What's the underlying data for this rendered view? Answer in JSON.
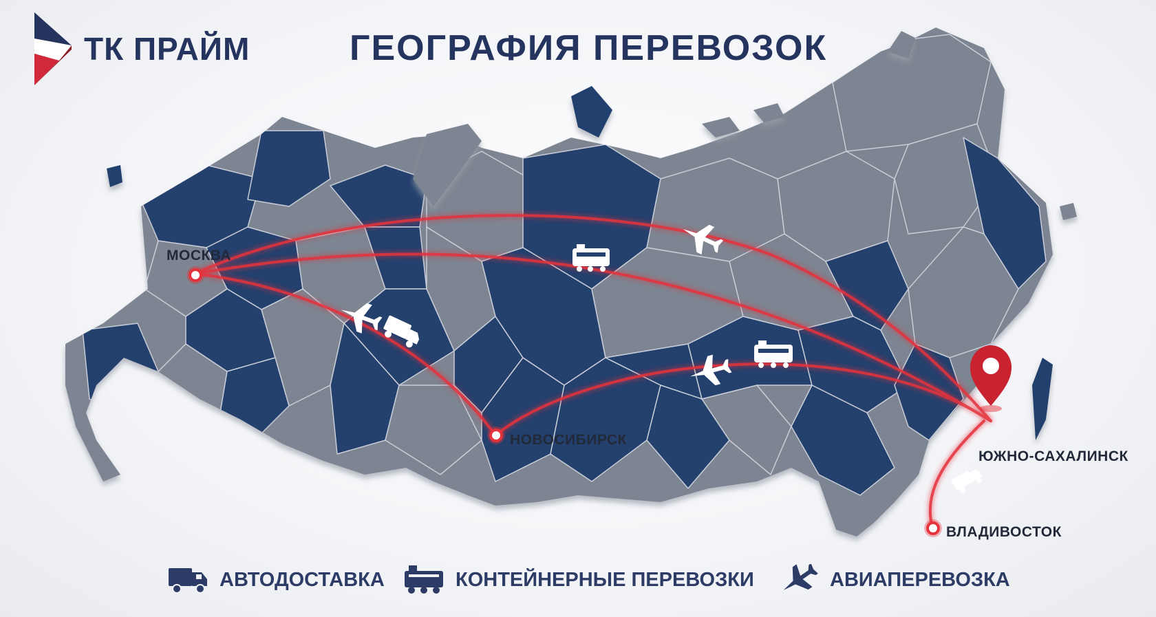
{
  "header": {
    "brand_name": "ТК ПРАЙМ",
    "title": "ГЕОГРАФИЯ ПЕРЕВОЗОК"
  },
  "cities": [
    {
      "id": "moscow",
      "label": "МОСКВА"
    },
    {
      "id": "novosibirsk",
      "label": "НОВОСИБИРСК"
    },
    {
      "id": "yuzhno",
      "label": "ЮЖНО-САХАЛИНСК"
    },
    {
      "id": "vladivostok",
      "label": "ВЛАДИВОСТОК"
    }
  ],
  "legend": [
    {
      "label": "АВТОДОСТАВКА",
      "icon": "truck-icon"
    },
    {
      "label": "КОНТЕЙНЕРНЫЕ ПЕРЕВОЗКИ",
      "icon": "container-train-icon"
    },
    {
      "label": "АВИАПЕРЕВОЗКА",
      "icon": "airplane-icon"
    }
  ],
  "colors": {
    "navy": "#24345f",
    "region_blue": "#24406d",
    "region_gray": "#7d8592",
    "route_red": "#e4333c",
    "destination_pin": "#c8232e",
    "logo_red": "#d1283a"
  }
}
